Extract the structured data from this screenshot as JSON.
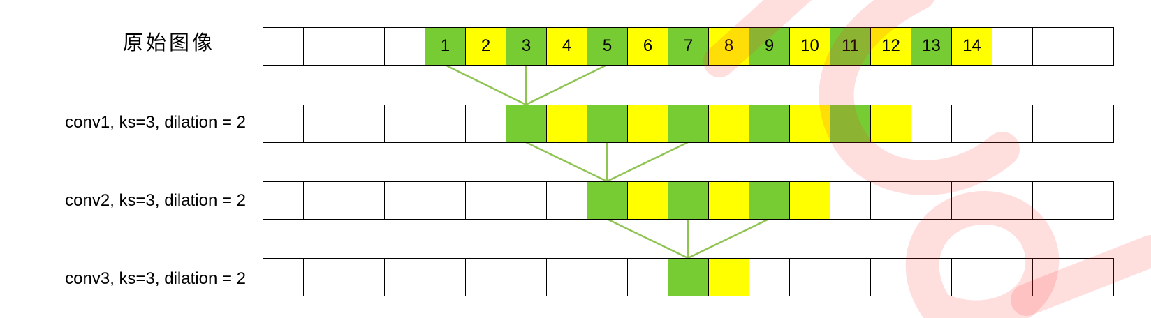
{
  "colors": {
    "green": "#77cc33",
    "yellow": "#ffff00",
    "empty": "#ffffff",
    "border": "#000000",
    "link": "#8fc453",
    "watermark": "#ff2f2f"
  },
  "grid": {
    "cells_per_row": 21
  },
  "rows": [
    {
      "name": "original-image",
      "label": "原始图像",
      "cells": [
        {
          "index": 4,
          "color": "green",
          "text": "1"
        },
        {
          "index": 5,
          "color": "yellow",
          "text": "2"
        },
        {
          "index": 6,
          "color": "green",
          "text": "3"
        },
        {
          "index": 7,
          "color": "yellow",
          "text": "4"
        },
        {
          "index": 8,
          "color": "green",
          "text": "5"
        },
        {
          "index": 9,
          "color": "yellow",
          "text": "6"
        },
        {
          "index": 10,
          "color": "green",
          "text": "7"
        },
        {
          "index": 11,
          "color": "yellow",
          "text": "8"
        },
        {
          "index": 12,
          "color": "green",
          "text": "9"
        },
        {
          "index": 13,
          "color": "yellow",
          "text": "10"
        },
        {
          "index": 14,
          "color": "green",
          "text": "11"
        },
        {
          "index": 15,
          "color": "yellow",
          "text": "12"
        },
        {
          "index": 16,
          "color": "green",
          "text": "13"
        },
        {
          "index": 17,
          "color": "yellow",
          "text": "14"
        }
      ]
    },
    {
      "name": "conv1",
      "label": "conv1, ks=3, dilation = 2",
      "cells": [
        {
          "index": 6,
          "color": "green",
          "text": ""
        },
        {
          "index": 7,
          "color": "yellow",
          "text": ""
        },
        {
          "index": 8,
          "color": "green",
          "text": ""
        },
        {
          "index": 9,
          "color": "yellow",
          "text": ""
        },
        {
          "index": 10,
          "color": "green",
          "text": ""
        },
        {
          "index": 11,
          "color": "yellow",
          "text": ""
        },
        {
          "index": 12,
          "color": "green",
          "text": ""
        },
        {
          "index": 13,
          "color": "yellow",
          "text": ""
        },
        {
          "index": 14,
          "color": "green",
          "text": ""
        },
        {
          "index": 15,
          "color": "yellow",
          "text": ""
        }
      ]
    },
    {
      "name": "conv2",
      "label": "conv2, ks=3, dilation = 2",
      "cells": [
        {
          "index": 8,
          "color": "green",
          "text": ""
        },
        {
          "index": 9,
          "color": "yellow",
          "text": ""
        },
        {
          "index": 10,
          "color": "green",
          "text": ""
        },
        {
          "index": 11,
          "color": "yellow",
          "text": ""
        },
        {
          "index": 12,
          "color": "green",
          "text": ""
        },
        {
          "index": 13,
          "color": "yellow",
          "text": ""
        }
      ]
    },
    {
      "name": "conv3",
      "label": "conv3, ks=3, dilation = 2",
      "cells": [
        {
          "index": 10,
          "color": "green",
          "text": ""
        },
        {
          "index": 11,
          "color": "yellow",
          "text": ""
        }
      ]
    }
  ],
  "connections": [
    {
      "from_row": 0,
      "from_cells": [
        4,
        6,
        8
      ],
      "to_row": 1,
      "to_cell": 6
    },
    {
      "from_row": 1,
      "from_cells": [
        6,
        8,
        10
      ],
      "to_row": 2,
      "to_cell": 8
    },
    {
      "from_row": 2,
      "from_cells": [
        8,
        10,
        12
      ],
      "to_row": 3,
      "to_cell": 10
    }
  ]
}
